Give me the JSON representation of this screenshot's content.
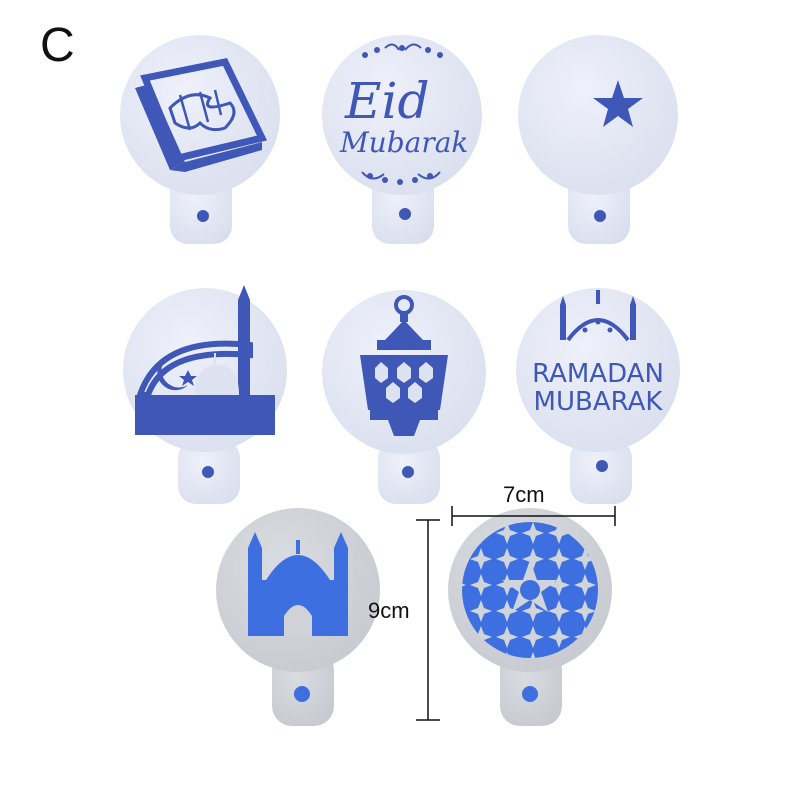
{
  "corner_label": "C",
  "dimensions": {
    "width": "7cm",
    "height": "9cm"
  },
  "colors": {
    "stencil_plate": "#e4e8f4",
    "stencil_plate_bottom": "#d3d6db",
    "cutout_blue": "#3f57b6",
    "cutout_bright_blue": "#3e6fe0",
    "background": "#ffffff"
  },
  "stencils": [
    {
      "name": "quran-book-stencil"
    },
    {
      "name": "eid-mubarak-stencil",
      "text_line1": "Eid",
      "text_line2": "Mubarak"
    },
    {
      "name": "crescent-star-stencil"
    },
    {
      "name": "mosque-crescent-stencil"
    },
    {
      "name": "lantern-stencil"
    },
    {
      "name": "ramadan-mubarak-stencil",
      "text_line1": "RAMADAN",
      "text_line2": "MUBARAK"
    },
    {
      "name": "mosque-silhouette-stencil"
    },
    {
      "name": "geometric-pattern-stencil"
    }
  ]
}
